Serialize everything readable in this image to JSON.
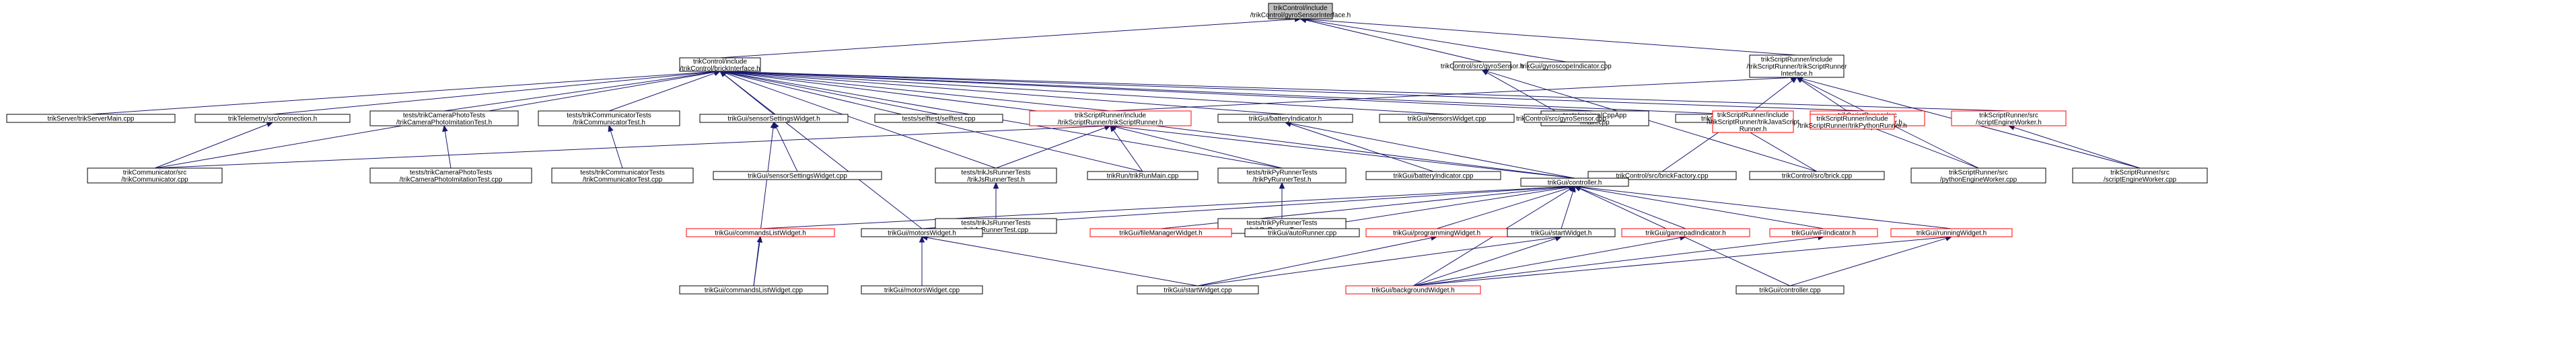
{
  "nodes": {
    "root": {
      "lines": [
        "trikControl/include",
        "/trikControl/gyroSensorInterface.h"
      ]
    },
    "brickInterface": {
      "lines": [
        "trikControl/include",
        "/trikControl/brickInterface.h"
      ]
    },
    "gyroSensorH": {
      "lines": [
        "trikControl/src/gyroSensor.h"
      ]
    },
    "gyroscopeIndicator": {
      "lines": [
        "trikGui/gyroscopeIndicator.cpp"
      ]
    },
    "scriptRunnerInterface": {
      "lines": [
        "trikScriptRunner/include",
        "/trikScriptRunner/trikScriptRunner",
        "Interface.h"
      ]
    },
    "serverMain": {
      "lines": [
        "trikServer/trikServerMain.cpp"
      ]
    },
    "telemetryConnection": {
      "lines": [
        "trikTelemetry/src/connection.h"
      ]
    },
    "cameraPhotoTestH": {
      "lines": [
        "tests/trikCameraPhotoTests",
        "/trikCameraPhotoImitationTest.h"
      ]
    },
    "commTestH": {
      "lines": [
        "tests/trikCommunicatorTests",
        "/trikCommunicatorTest.h"
      ]
    },
    "sensorSettingsWidgetH": {
      "lines": [
        "trikGui/sensorSettingsWidget.h"
      ]
    },
    "selftest": {
      "lines": [
        "tests/selftest/selftest.cpp"
      ]
    },
    "scriptRunnerH": {
      "lines": [
        "trikScriptRunner/include",
        "/trikScriptRunner/trikScriptRunner.h"
      ]
    },
    "batteryIndicatorH": {
      "lines": [
        "trikGui/batteryIndicator.h"
      ]
    },
    "sensorsWidget": {
      "lines": [
        "trikGui/sensorsWidget.cpp"
      ]
    },
    "minimalCppApp": {
      "lines": [
        "tests/minimalCppApp",
        "/main.cpp"
      ]
    },
    "brickH": {
      "lines": [
        "trikControl/src/brick.h"
      ]
    },
    "pythonEngineWorkerH": {
      "lines": [
        "trikScriptRunner/src",
        "/pythonEngineWorker.h"
      ]
    },
    "scriptEngineWorkerH": {
      "lines": [
        "trikScriptRunner/src",
        "/scriptEngineWorker.h"
      ]
    },
    "gyroSensorCpp": {
      "lines": [
        "trikControl/src/gyroSensor.cpp"
      ]
    },
    "jsScriptRunner": {
      "lines": [
        "trikScriptRunner/include",
        "/trikScriptRunner/trikJavaScript",
        "Runner.h"
      ]
    },
    "pythonRunner": {
      "lines": [
        "trikScriptRunner/include",
        "/trikScriptRunner/trikPythonRunner.h"
      ]
    },
    "communicatorCpp": {
      "lines": [
        "trikCommunicator/src",
        "/trikCommunicator.cpp"
      ]
    },
    "cameraPhotoTestCpp": {
      "lines": [
        "tests/trikCameraPhotoTests",
        "/trikCameraPhotoImitationTest.cpp"
      ]
    },
    "commTestCpp": {
      "lines": [
        "tests/trikCommunicatorTests",
        "/trikCommunicatorTest.cpp"
      ]
    },
    "sensorSettingsWidgetCpp": {
      "lines": [
        "trikGui/sensorSettingsWidget.cpp"
      ]
    },
    "jsRunnerTestH": {
      "lines": [
        "tests/trikJsRunnerTests",
        "/trikJsRunnerTest.h"
      ]
    },
    "runMain": {
      "lines": [
        "trikRun/trikRunMain.cpp"
      ]
    },
    "pyRunnerTestH": {
      "lines": [
        "tests/trikPyRunnerTests",
        "/trikPyRunnerTest.h"
      ]
    },
    "batteryIndicatorCpp": {
      "lines": [
        "trikGui/batteryIndicator.cpp"
      ]
    },
    "brickFactory": {
      "lines": [
        "trikControl/src/brickFactory.cpp"
      ]
    },
    "brickCpp": {
      "lines": [
        "trikControl/src/brick.cpp"
      ]
    },
    "pythonEngineWorkerCpp": {
      "lines": [
        "trikScriptRunner/src",
        "/pythonEngineWorker.cpp"
      ]
    },
    "scriptEngineWorkerCpp": {
      "lines": [
        "trikScriptRunner/src",
        "/scriptEngineWorker.cpp"
      ]
    },
    "controllerH": {
      "lines": [
        "trikGui/controller.h"
      ]
    },
    "jsRunnerTestCpp": {
      "lines": [
        "tests/trikJsRunnerTests",
        "/trikJsRunnerTest.cpp"
      ]
    },
    "pyRunnerTestCpp": {
      "lines": [
        "tests/trikPyRunnerTests",
        "/trikPyRunnerTest.cpp"
      ]
    },
    "commandsListWidgetH": {
      "lines": [
        "trikGui/commandsListWidget.h"
      ]
    },
    "motorsWidgetH": {
      "lines": [
        "trikGui/motorsWidget.h"
      ]
    },
    "fileManagerWidgetH": {
      "lines": [
        "trikGui/fileManagerWidget.h"
      ]
    },
    "autoRunner": {
      "lines": [
        "trikGui/autoRunner.cpp"
      ]
    },
    "programmingWidgetH": {
      "lines": [
        "trikGui/programmingWidget.h"
      ]
    },
    "startWidgetH": {
      "lines": [
        "trikGui/startWidget.h"
      ]
    },
    "gamepadIndicatorH": {
      "lines": [
        "trikGui/gamepadIndicator.h"
      ]
    },
    "wiFiIndicatorH": {
      "lines": [
        "trikGui/wiFiIndicator.h"
      ]
    },
    "runningWidgetH": {
      "lines": [
        "trikGui/runningWidget.h"
      ]
    },
    "commandsListWidgetCpp": {
      "lines": [
        "trikGui/commandsListWidget.cpp"
      ]
    },
    "motorsWidgetCpp": {
      "lines": [
        "trikGui/motorsWidget.cpp"
      ]
    },
    "startWidgetCpp": {
      "lines": [
        "trikGui/startWidget.cpp"
      ]
    },
    "backgroundWidget": {
      "lines": [
        "trikGui/backgroundWidget.h"
      ]
    },
    "controllerCpp": {
      "lines": [
        "trikGui/controller.cpp"
      ]
    }
  },
  "colors": {
    "edge": "#191970",
    "red_border": "#ff0000",
    "root_fill": "#bfbfbf"
  }
}
